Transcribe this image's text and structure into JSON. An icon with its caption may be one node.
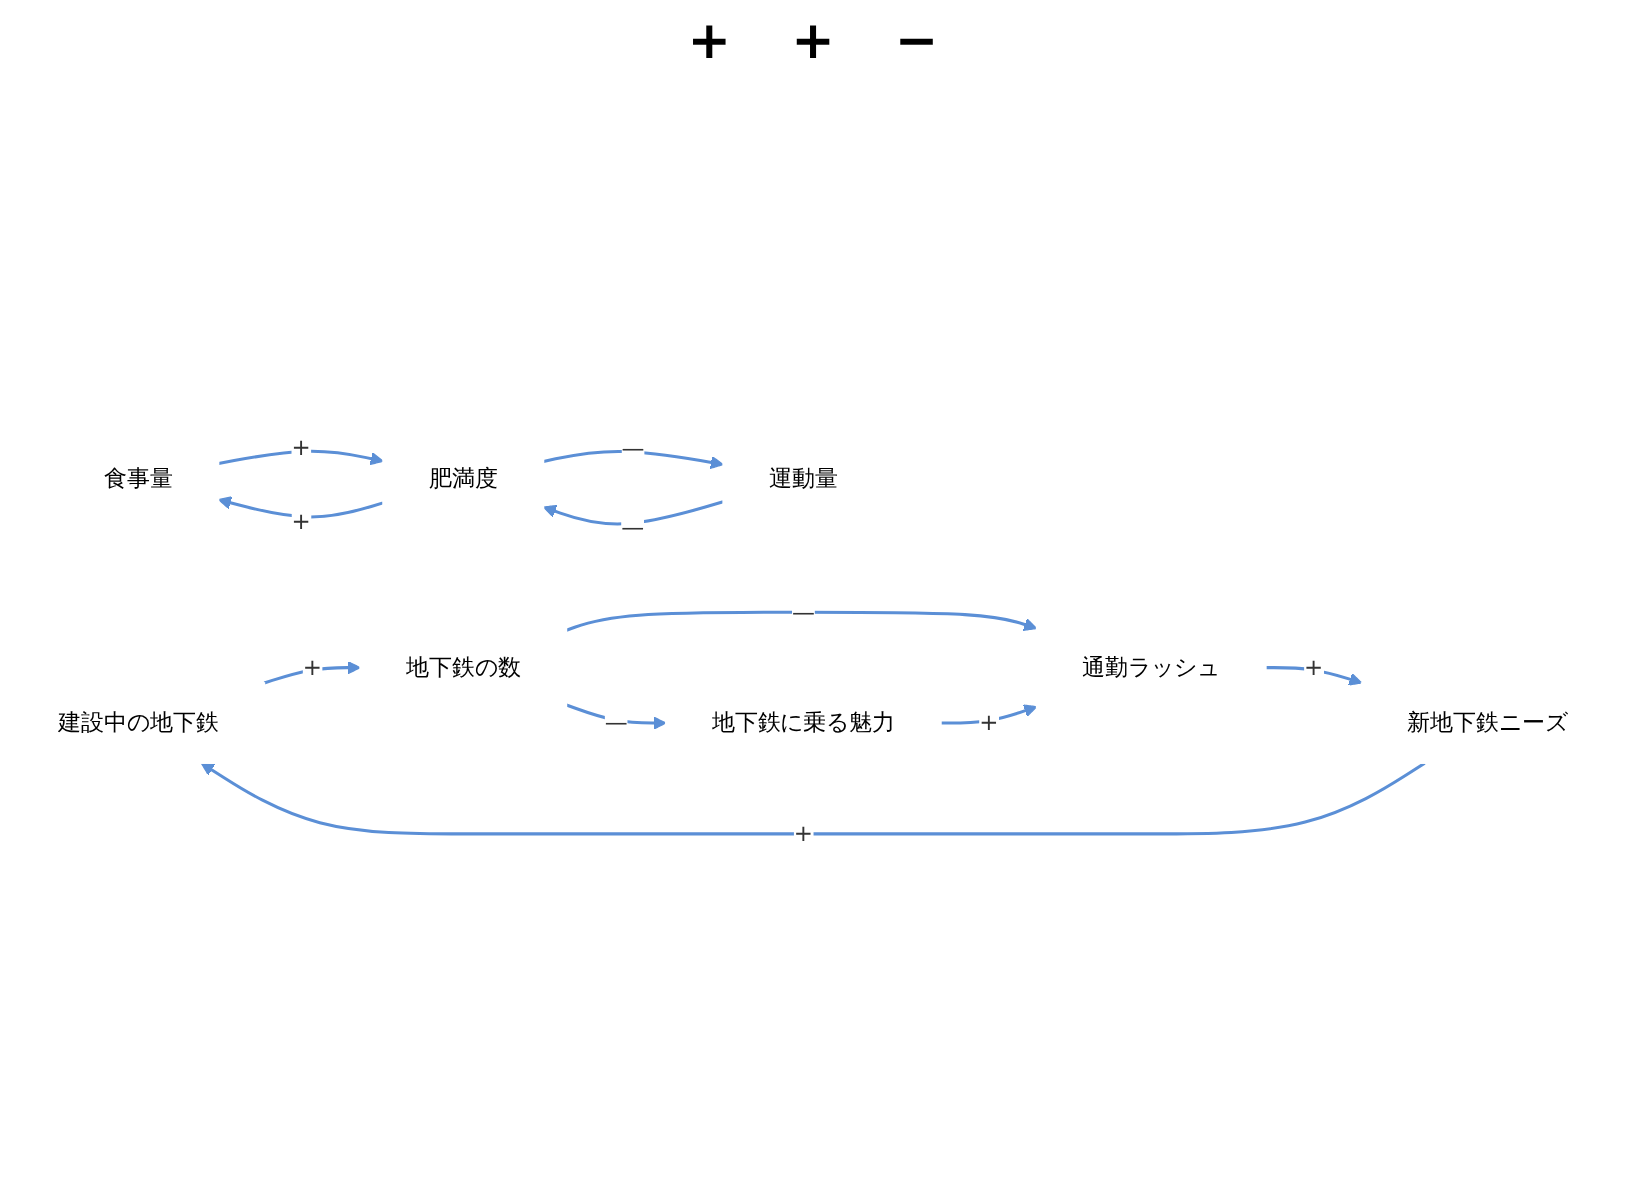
{
  "diagram": {
    "nodes": [
      {
        "text": [
          "食事量"
        ]
      },
      {
        "text": [
          "肥満度"
        ]
      },
      {
        "text": [
          "運動量"
        ]
      },
      {
        "text": [
          "建設中の地下鉄"
        ]
      },
      {
        "text": [
          "地下鉄の数"
        ]
      },
      {
        "text": [
          "通勤ラッシュ"
        ]
      },
      {
        "text": [
          "新地下鉄ニーズ"
        ]
      },
      {
        "text": [
          "地下鉄に乗る魅力"
        ]
      }
    ],
    "edges": [
      {
        "from": 0,
        "to": 1,
        "arrow": "to",
        "label": "+"
      },
      {
        "from": 1,
        "to": 0,
        "arrow": "to",
        "label": "+"
      },
      {
        "from": 1,
        "to": 2,
        "arrow": "to",
        "label": "—"
      },
      {
        "from": 2,
        "to": 1,
        "arrow": "to",
        "label": "—"
      },
      {
        "from": 3,
        "to": 4,
        "arrow": "to",
        "label": "+"
      },
      {
        "from": 4,
        "to": 5,
        "arrow": "to",
        "label": "—"
      },
      {
        "from": 4,
        "to": 7,
        "arrow": "to",
        "label": "—"
      },
      {
        "from": 7,
        "to": 5,
        "arrow": "to",
        "label": "+"
      },
      {
        "from": 5,
        "to": 6,
        "arrow": "to",
        "label": "+"
      },
      {
        "from": 6,
        "to": 3,
        "arrow": "to",
        "label": "+"
      }
    ],
    "labels": [
      "+",
      "+",
      "−"
    ]
  }
}
